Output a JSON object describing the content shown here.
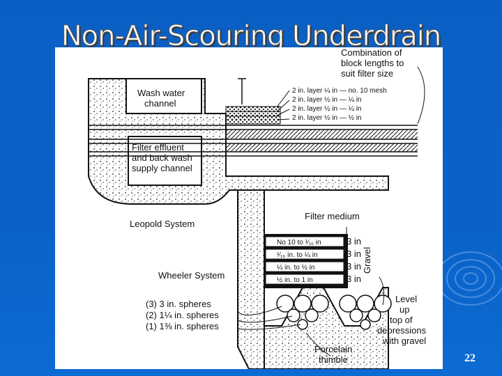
{
  "slide": {
    "title": "Non-Air-Scouring Underdrain",
    "page_number": "22"
  },
  "diagram": {
    "combination_note": [
      "Combination of",
      "block lengths to",
      "suit filter size"
    ],
    "wash_water_channel": [
      "Wash water",
      "channel"
    ],
    "supply_channel": [
      "Filter effluent",
      "and back wash",
      "supply channel"
    ],
    "layers": [
      "2 in. layer ¼ in — no. 10 mesh",
      "2 in. layer ½ in — ¼ in",
      "2 in. layer ½ in — ¼ in",
      "2 in. layer ½ in — ½ in"
    ],
    "leopold_label": "Leopold System",
    "filter_medium": "Filter medium",
    "gravel_sizes": [
      "No 10 to ¹⁄₁₆ in",
      "¹⁄₁₆ in. to ¼ in",
      "¼ in. to ½ in",
      "½ in. to 1 in"
    ],
    "gravel_depth": "3 in",
    "gravel_label": "Gravel",
    "wheeler_label": "Wheeler System",
    "spheres": [
      "(3) 3 in. spheres",
      "(2) 1¼ in. spheres",
      "(1) 1⅜ in. spheres"
    ],
    "level_note": [
      "Level",
      "up",
      "top of",
      "depressions",
      "with gravel"
    ],
    "thimble": [
      "Porcelain",
      "thimble"
    ]
  },
  "colors": {
    "background": "#0a5fc4",
    "panel": "#ffffff",
    "title": "#ffffff"
  }
}
